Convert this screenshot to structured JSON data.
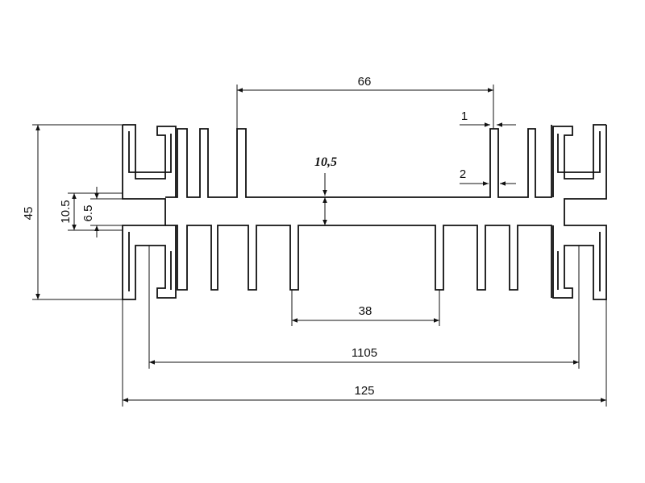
{
  "drawing": {
    "dimensions": {
      "width_fin_span": "66",
      "fin_tip_width": "1",
      "fin_base_width": "2",
      "base_thickness": "10,5",
      "height_total": "45",
      "slot_outer": "10.5",
      "slot_inner": "6.5",
      "inner_fin_gap": "38",
      "rail_span": "1105",
      "total_width": "125"
    }
  }
}
